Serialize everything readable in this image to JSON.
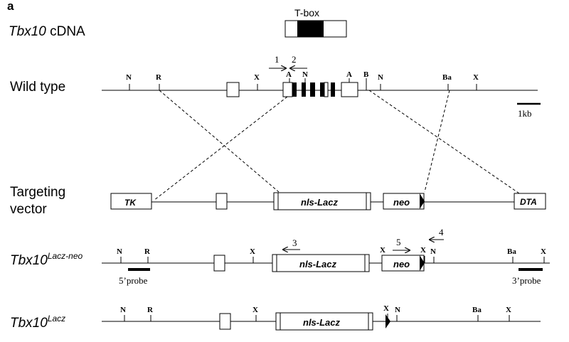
{
  "panel_letter": "a",
  "cdna": {
    "label_italic": "Tbx10",
    "label_suffix": " cDNA",
    "domain_label": "T-box"
  },
  "wild_type": {
    "label": "Wild type",
    "sites": {
      "N1": "N",
      "R": "R",
      "X1": "X",
      "A1": "A",
      "N2": "N",
      "A2": "A",
      "B": "B",
      "N3": "N",
      "Ba": "Ba",
      "X2": "X"
    },
    "primer1": "1",
    "primer2": "2",
    "scale_bar": "1kb"
  },
  "targeting_vector": {
    "label_line1": "Targeting",
    "label_line2": "vector",
    "tk": "TK",
    "lacz": "nls-Lacz",
    "neo": "neo",
    "dta": "DTA"
  },
  "lacz_neo": {
    "label_italic": "Tbx10",
    "label_sup": "Lacz-neo",
    "sites": {
      "N1": "N",
      "R": "R",
      "X1": "X",
      "X2": "X",
      "X3": "X",
      "N2": "N",
      "Ba": "Ba",
      "X4": "X"
    },
    "primer3": "3",
    "primer4": "4",
    "primer5": "5",
    "lacz": "nls-Lacz",
    "neo": "neo",
    "probe5": "5’probe",
    "probe3": "3’probe"
  },
  "lacz": {
    "label_italic": "Tbx10",
    "label_sup": "Lacz",
    "sites": {
      "N1": "N",
      "R": "R",
      "X1": "X",
      "X2": "X",
      "N2": "N",
      "Ba": "Ba",
      "X3": "X"
    },
    "lacz": "nls-Lacz"
  }
}
